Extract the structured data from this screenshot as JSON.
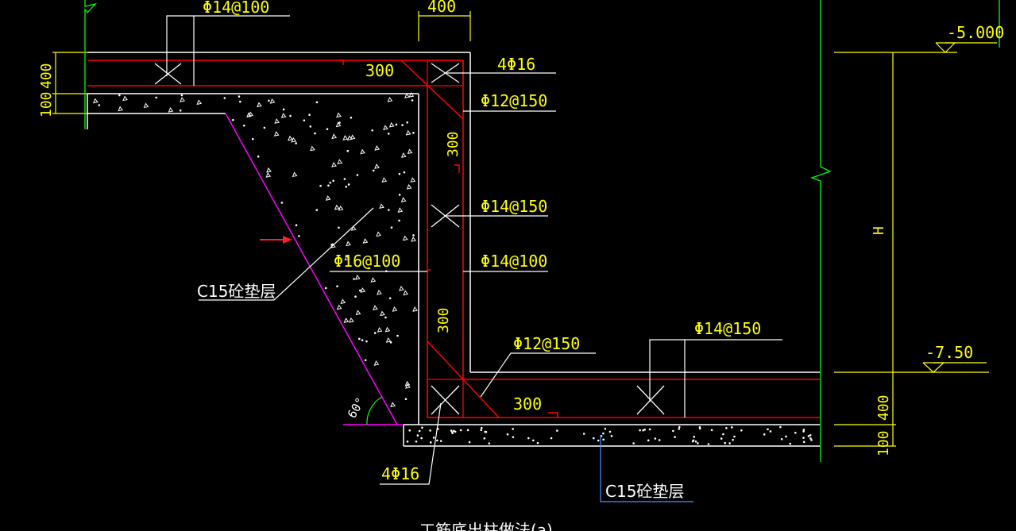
{
  "labels": {
    "top_bar_spec": "Φ14@100",
    "top_width_dim": "400",
    "elev_top": "-5.000",
    "corner_bars_top": "4Φ16",
    "stirrup_top": "Φ12@150",
    "top_len_300": "300",
    "wall_300_upper": "300",
    "wall_outer_150": "Φ14@150",
    "wall_inner_100": "Φ16@100",
    "wall_outer_100": "Φ14@100",
    "wall_300_lower": "300",
    "stirrup_bottom": "Φ12@150",
    "bottom_len_300": "300",
    "bottom_bar_spec": "Φ14@150",
    "elev_bottom": "-7.50",
    "corner_bars_bottom": "4Φ16",
    "angle": "60°",
    "cushion_left": "C15砼垫层",
    "cushion_bottom": "C15砼垫层",
    "dim_400_left": "400",
    "dim_100_left": "100",
    "dim_400_right": "400",
    "dim_100_right": "100",
    "height_label": "H",
    "caption": "工筋底出柱做法(a)"
  },
  "colors": {
    "background": "#000000",
    "outline": "#ffffff",
    "rebar": "#ff0000",
    "text": "#ffff00",
    "leader": "#ffffff",
    "dimension": "#ffff00",
    "slope_line": "#ff00ff",
    "break_line": "#00ff00",
    "arrow": "#ff2020",
    "cushion_leader": "#4a90ff"
  }
}
